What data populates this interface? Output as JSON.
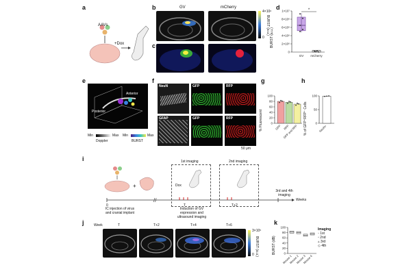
{
  "panels": {
    "a": {
      "label": "a",
      "aavs": "AAVs",
      "dox": "+Dox"
    },
    "b": {
      "label": "b",
      "col_gv": "GV",
      "col_mcherry": "mCherry",
      "colorbar_max": "4×10⁶",
      "colorbar_min": "0",
      "colorbar_title": "BURST (a.u.)"
    },
    "c": {
      "label": "c"
    },
    "d": {
      "label": "d",
      "ylabel": "BURST (a.u.)",
      "yticks": [
        "1×10⁷",
        "8×10⁶",
        "6×10⁶",
        "4×10⁶",
        "2×10⁶",
        "0"
      ],
      "xcats": [
        "GV",
        "mCherry"
      ],
      "star": "*"
    },
    "e": {
      "label": "e",
      "anterior": "Anterior",
      "posterior": "Posterior",
      "min1": "Min",
      "max1": "Max",
      "doppler": "Doppler",
      "min2": "Min",
      "max2": "Max",
      "burst": "BURST"
    },
    "f": {
      "label": "f",
      "row1": [
        "NeuN",
        "GFP",
        "RFP"
      ],
      "row2": [
        "GFAP",
        "GFP",
        "RFP"
      ],
      "scale": "50 μm"
    },
    "g": {
      "label": "g",
      "ylabel": "% Fluorescent",
      "yticks": [
        "100",
        "80",
        "60",
        "40",
        "20",
        "0"
      ],
      "xcats": [
        "GFP",
        "RFP",
        "GFP and RFP"
      ]
    },
    "h": {
      "label": "h",
      "ylabel": "% of GFP⁺RFP⁺ Cells",
      "yticks": [
        "100",
        "50",
        "0"
      ],
      "xcat": "NeuN+"
    },
    "i": {
      "label": "i",
      "first_imaging": "1st imaging",
      "second_imaging": "2nd imaging",
      "dox": "Dox",
      "third_fourth": "3rd and 4th imaging",
      "weeks": "Weeks",
      "t0": "0",
      "tT": "T",
      "tT2": "T+2",
      "ic_injection": "IC injection of virus and cranial implant",
      "induction": "Induction of GV expression and ultrasound imaging"
    },
    "j": {
      "label": "j",
      "week": "Week",
      "times": [
        "T",
        "T+2",
        "T+4",
        "T+6"
      ],
      "colorbar_max": "3×10⁵",
      "colorbar_min": "0",
      "colorbar_title": "BURST (a.u.)"
    },
    "k": {
      "label": "k",
      "ylabel": "BURST (dB)",
      "yticks": [
        "100",
        "80",
        "60",
        "40",
        "20",
        "0"
      ],
      "xcats": [
        "Mouse 1",
        "Mouse 2",
        "Mouse 3",
        "Mouse 4"
      ],
      "legend_title": "Imaging",
      "legend": [
        "1st",
        "2nd",
        "3rd",
        "4th"
      ]
    }
  },
  "chart_data": [
    {
      "type": "box",
      "panel": "d",
      "title": "",
      "ylabel": "BURST (a.u.)",
      "ylim": [
        0,
        10000000
      ],
      "categories": [
        "GV",
        "mCherry"
      ],
      "values": [
        6500000,
        150000
      ],
      "significance": "*"
    },
    {
      "type": "bar",
      "panel": "g",
      "title": "",
      "ylabel": "% Fluorescent",
      "ylim": [
        0,
        100
      ],
      "categories": [
        "GFP",
        "RFP",
        "GFP and RFP"
      ],
      "values": [
        80,
        77,
        70
      ],
      "colors": [
        "#f0a0a0",
        "#b9dca0",
        "#f3f0a0"
      ]
    },
    {
      "type": "bar",
      "panel": "h",
      "title": "",
      "ylabel": "% of GFP+RFP+ Cells",
      "ylim": [
        0,
        100
      ],
      "categories": [
        "NeuN+"
      ],
      "values": [
        99
      ]
    },
    {
      "type": "box",
      "panel": "k",
      "title": "",
      "ylabel": "BURST (dB)",
      "ylim": [
        0,
        100
      ],
      "categories": [
        "Mouse 1",
        "Mouse 2",
        "Mouse 3",
        "Mouse 4"
      ],
      "values": [
        82,
        80,
        70,
        75
      ]
    }
  ]
}
